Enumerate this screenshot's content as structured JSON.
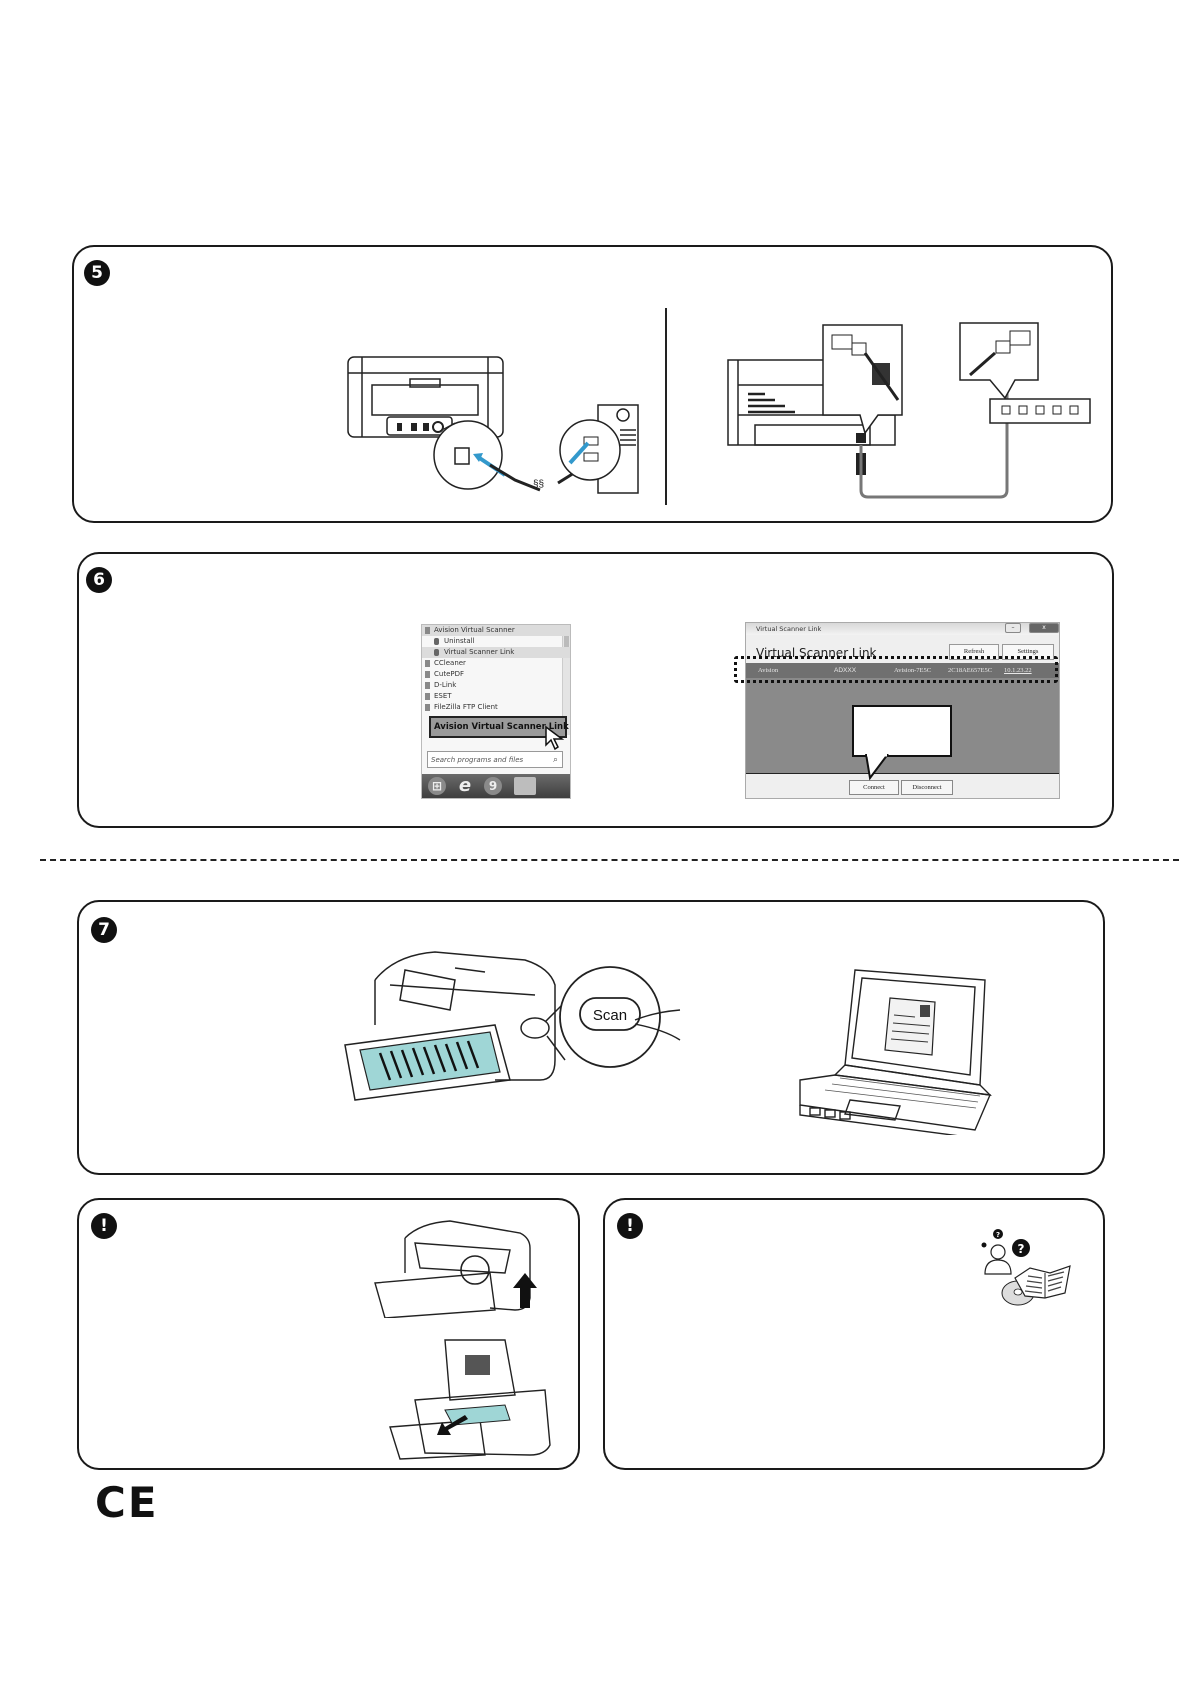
{
  "steps": [
    {
      "number": "5",
      "id": "connect-cables"
    },
    {
      "number": "6",
      "id": "virtual-scanner-link"
    },
    {
      "number": "7",
      "id": "scan"
    }
  ],
  "notes": [
    {
      "badge": "!"
    },
    {
      "badge": "!"
    }
  ],
  "step5": {
    "left_illustration": "usb-connection",
    "right_illustration": "ethernet-connection",
    "router_ports": 5
  },
  "start_menu": {
    "items": [
      {
        "label": "Avision Virtual Scanner",
        "icon": "folder-icon",
        "highlight": true,
        "sub": false
      },
      {
        "label": "Uninstall",
        "icon": "uninstall-icon",
        "highlight": false,
        "sub": true
      },
      {
        "label": "Virtual Scanner Link",
        "icon": "link-icon",
        "highlight": true,
        "sub": true
      },
      {
        "label": "CCleaner",
        "icon": "folder-icon",
        "highlight": false,
        "sub": false
      },
      {
        "label": "CutePDF",
        "icon": "folder-icon",
        "highlight": false,
        "sub": false
      },
      {
        "label": "D-Link",
        "icon": "folder-icon",
        "highlight": false,
        "sub": false
      },
      {
        "label": "ESET",
        "icon": "folder-icon",
        "highlight": false,
        "sub": false
      },
      {
        "label": "FileZilla FTP Client",
        "icon": "folder-icon",
        "highlight": false,
        "sub": false
      }
    ],
    "callout": "Avision Virtual Scanner Link",
    "search_placeholder": "Search programs and files"
  },
  "vsl_window": {
    "title": "Virtual Scanner Link",
    "heading": "Virtual Scanner Link",
    "refresh_label": "Refresh",
    "settings_label": "Settings",
    "close_label": "x",
    "row": {
      "vendor": "Avision",
      "model": "ADXXX",
      "name": "Avision-7E5C",
      "mac": "2C18AE657E5C",
      "ip": "10.1.23.22"
    },
    "connect_label": "Connect",
    "disconnect_label": "Disconnect"
  },
  "step7": {
    "scan_button_label": "Scan"
  },
  "footer": {
    "mark": "CE"
  },
  "colors": {
    "paper_teal": "#9fd6d6",
    "frame": "#1a1a1a",
    "window_gray": "#8a8a8a"
  }
}
